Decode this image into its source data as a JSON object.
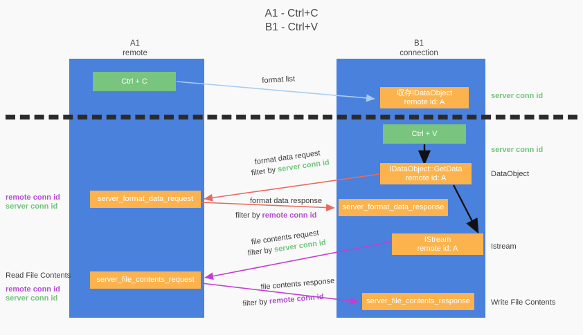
{
  "title": {
    "line1": "A1 - Ctrl+C",
    "line2": "B1 - Ctrl+V"
  },
  "lanes": [
    {
      "id": "a1",
      "name": "A1",
      "sub": "remote"
    },
    {
      "id": "b1",
      "name": "B1",
      "sub": "connection"
    }
  ],
  "nodes": {
    "ctrl_c": {
      "label": "Ctrl + C",
      "color": "#79c47e"
    },
    "ctrl_v": {
      "label": "Ctrl + V",
      "color": "#79c47e"
    },
    "idataobject": {
      "line1": "収存IDataObject",
      "line2": "remote id: A",
      "color": "#fcb34d"
    },
    "getdata": {
      "line1": "IDataObject::GetData",
      "line2": "remote id: A",
      "color": "#fcb34d"
    },
    "istream": {
      "line1": "IStream",
      "line2": "remote id: A",
      "color": "#fcb34d"
    },
    "format_data_request": {
      "label": "server_format_data_request",
      "color": "#fcb34d"
    },
    "format_data_response": {
      "label": "server_format_data_response",
      "color": "#fcb34d"
    },
    "file_contents_request": {
      "label": "server_file_contents_request",
      "color": "#fcb34d"
    },
    "file_contents_response": {
      "label": "server_file_contents_response",
      "color": "#fcb34d"
    }
  },
  "flows": {
    "format_list": "format list",
    "format_data_request_l1": "format data request",
    "format_data_request_l2_prefix": "filter by ",
    "format_data_request_l2_value": "server conn id",
    "format_data_response_l1": "format data response",
    "format_data_response_l2_prefix": "filter by ",
    "format_data_response_l2_value": "remote conn id",
    "file_contents_request_l1": "file contents request",
    "file_contents_request_l2_prefix": "filter by ",
    "file_contents_request_l2_value": "server conn id",
    "file_contents_response_l1": "file contents response",
    "file_contents_response_l2_prefix": "filter by ",
    "file_contents_response_l2_value": "remote conn id"
  },
  "left_annotations": {
    "remote_conn_id_1": "remote conn id",
    "server_conn_id_1": "server conn id",
    "read_file_contents": "Read File Contents",
    "remote_conn_id_2": "remote conn id",
    "server_conn_id_2": "server conn id"
  },
  "right_annotations": {
    "server_conn_id_1": "server conn id",
    "server_conn_id_2": "server conn id",
    "data_object": "DataObject",
    "istream": "Istream",
    "write_file_contents": "Write File Contents"
  },
  "colors": {
    "lane": "#4a81dd",
    "node_green": "#79c47e",
    "node_orange": "#fcb34d",
    "accent_green_text": "#72c47d",
    "accent_purple_text": "#b24fcf",
    "arrow_lightblue": "#a8cdf0",
    "arrow_red": "#ea6a5e",
    "arrow_magenta": "#c23fd0",
    "arrow_black": "#111111",
    "background": "#f9f9f9",
    "divider": "#2b2b2b"
  },
  "chart_data": {
    "type": "diagram",
    "title": "A1 - Ctrl+C / B1 - Ctrl+V",
    "lanes": [
      "A1 remote",
      "B1 connection"
    ],
    "messages": [
      {
        "from": "A1",
        "to": "B1",
        "label": "format list",
        "color": "#a8cdf0"
      },
      {
        "from": "B1",
        "to": "A1",
        "label": "format data request / filter by server conn id",
        "color": "#ea6a5e"
      },
      {
        "from": "A1",
        "to": "B1",
        "label": "format data response / filter by remote conn id",
        "color": "#ea6a5e"
      },
      {
        "from": "B1",
        "to": "A1",
        "label": "file contents request / filter by server conn id",
        "color": "#c23fd0"
      },
      {
        "from": "A1",
        "to": "B1",
        "label": "file contents response / filter by remote conn id",
        "color": "#c23fd0"
      }
    ]
  }
}
